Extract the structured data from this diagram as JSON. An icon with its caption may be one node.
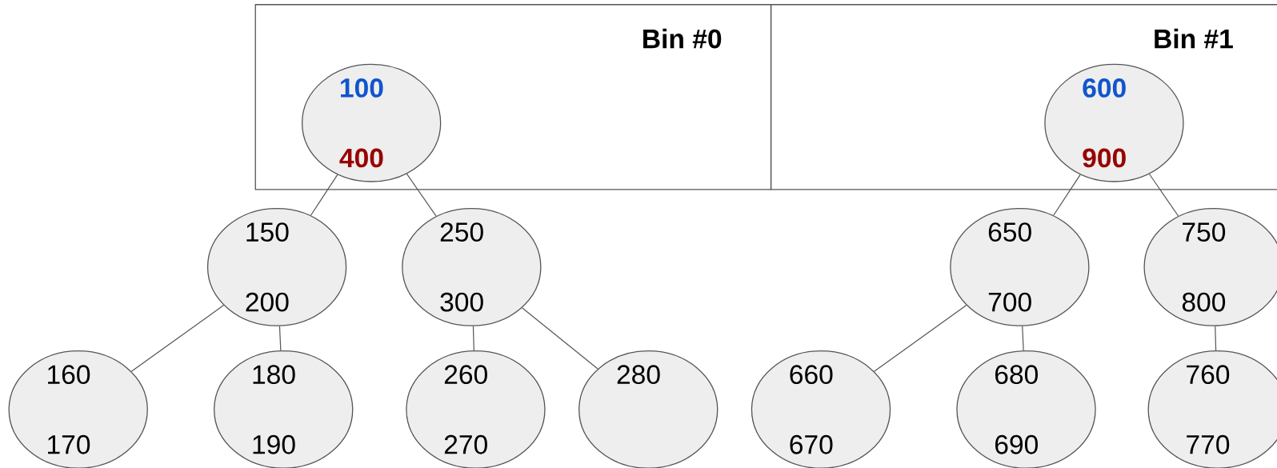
{
  "diagram": {
    "nodes": [
      {
        "text": [
          "Bin #0"
        ]
      },
      {
        "text": [
          "Bin #1"
        ]
      },
      {
        "text": [
          "100",
          "400"
        ],
        "in": 0
      },
      {
        "text": [
          "600",
          "900"
        ],
        "in": 1
      },
      {
        "text": [
          "150",
          "200"
        ]
      },
      {
        "text": [
          "250",
          "300"
        ]
      },
      {
        "text": [
          "650",
          "700"
        ]
      },
      {
        "text": [
          "750",
          "800"
        ]
      },
      {
        "text": [
          "160",
          "170"
        ]
      },
      {
        "text": [
          "180",
          "190"
        ]
      },
      {
        "text": [
          "260",
          "270"
        ]
      },
      {
        "text": [
          "280"
        ]
      },
      {
        "text": [
          "660",
          "670"
        ]
      },
      {
        "text": [
          "680",
          "690"
        ]
      },
      {
        "text": [
          "760",
          "770"
        ]
      }
    ],
    "edges": [
      {
        "from": 2,
        "to": 4,
        "arrow": "none"
      },
      {
        "from": 2,
        "to": 5,
        "arrow": "none"
      },
      {
        "from": 4,
        "to": 8,
        "arrow": "none"
      },
      {
        "from": 4,
        "to": 9,
        "arrow": "none"
      },
      {
        "from": 5,
        "to": 10,
        "arrow": "none"
      },
      {
        "from": 5,
        "to": 11,
        "arrow": "none"
      },
      {
        "from": 3,
        "to": 6,
        "arrow": "none"
      },
      {
        "from": 3,
        "to": 7,
        "arrow": "none"
      },
      {
        "from": 6,
        "to": 12,
        "arrow": "none"
      },
      {
        "from": 6,
        "to": 13,
        "arrow": "none"
      },
      {
        "from": 7,
        "to": 14,
        "arrow": "none"
      }
    ]
  }
}
